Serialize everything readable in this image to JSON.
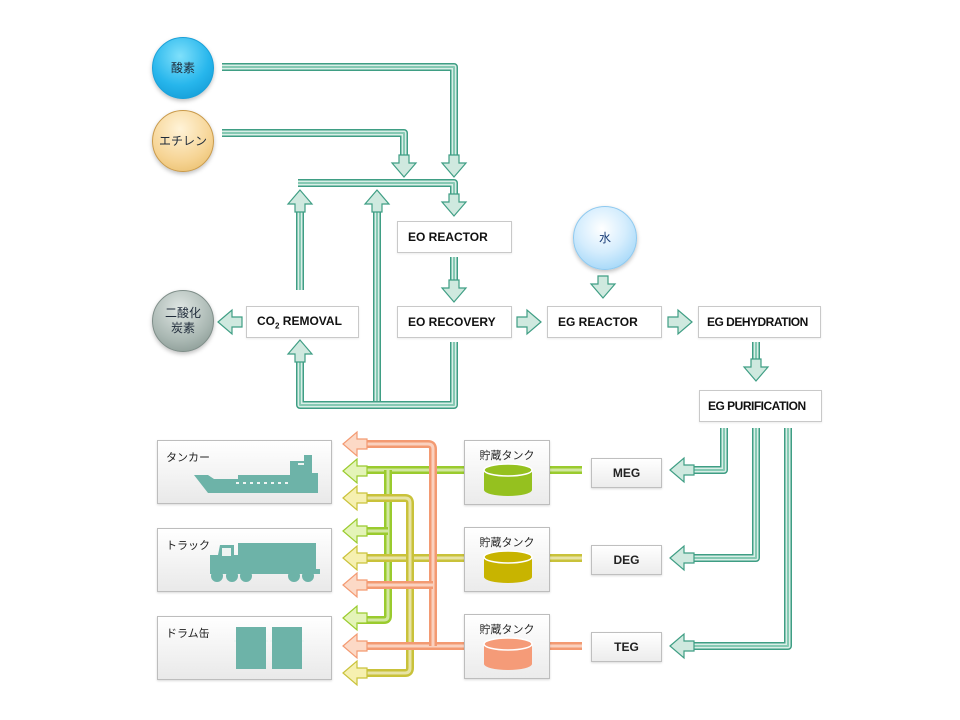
{
  "colors": {
    "flow_green": "#6fbfa6",
    "flow_green_dark": "#3f9e84",
    "meg_line": "#9acb2e",
    "deg_line": "#c9c23a",
    "teg_line": "#f39a72",
    "meg_tank": "#95c11f",
    "deg_tank": "#c8b400",
    "teg_tank": "#f59b78",
    "icon_teal": "#6db3a8"
  },
  "inputs": {
    "oxygen": "酸素",
    "ethylene": "エチレン",
    "co2": "二酸化\n炭素",
    "co2_line1": "二酸化",
    "co2_line2": "炭素",
    "water": "水"
  },
  "process": {
    "eo_reactor": "EO REACTOR",
    "eo_recovery": "EO RECOVERY",
    "co2_removal_prefix": "CO",
    "co2_removal_sub": "2",
    "co2_removal_suffix": " REMOVAL",
    "eg_reactor": "EG REACTOR",
    "eg_dehydration": "EG DEHYDRATION",
    "eg_purification": "EG PURIFICATION"
  },
  "products": [
    "MEG",
    "DEG",
    "TEG"
  ],
  "storage": [
    {
      "label": "貯蔵タンク",
      "product": "MEG"
    },
    {
      "label": "貯蔵タンク",
      "product": "DEG"
    },
    {
      "label": "貯蔵タンク",
      "product": "TEG"
    }
  ],
  "destinations": [
    {
      "label": "タンカー",
      "icon": "tanker-ship-icon"
    },
    {
      "label": "トラック",
      "icon": "truck-icon"
    },
    {
      "label": "ドラム缶",
      "icon": "drum-barrels-icon"
    }
  ],
  "distribution": {
    "tanker": [
      "TEG",
      "MEG",
      "DEG"
    ],
    "truck": [
      "MEG",
      "DEG",
      "TEG"
    ],
    "drum": [
      "MEG",
      "TEG",
      "DEG"
    ]
  }
}
